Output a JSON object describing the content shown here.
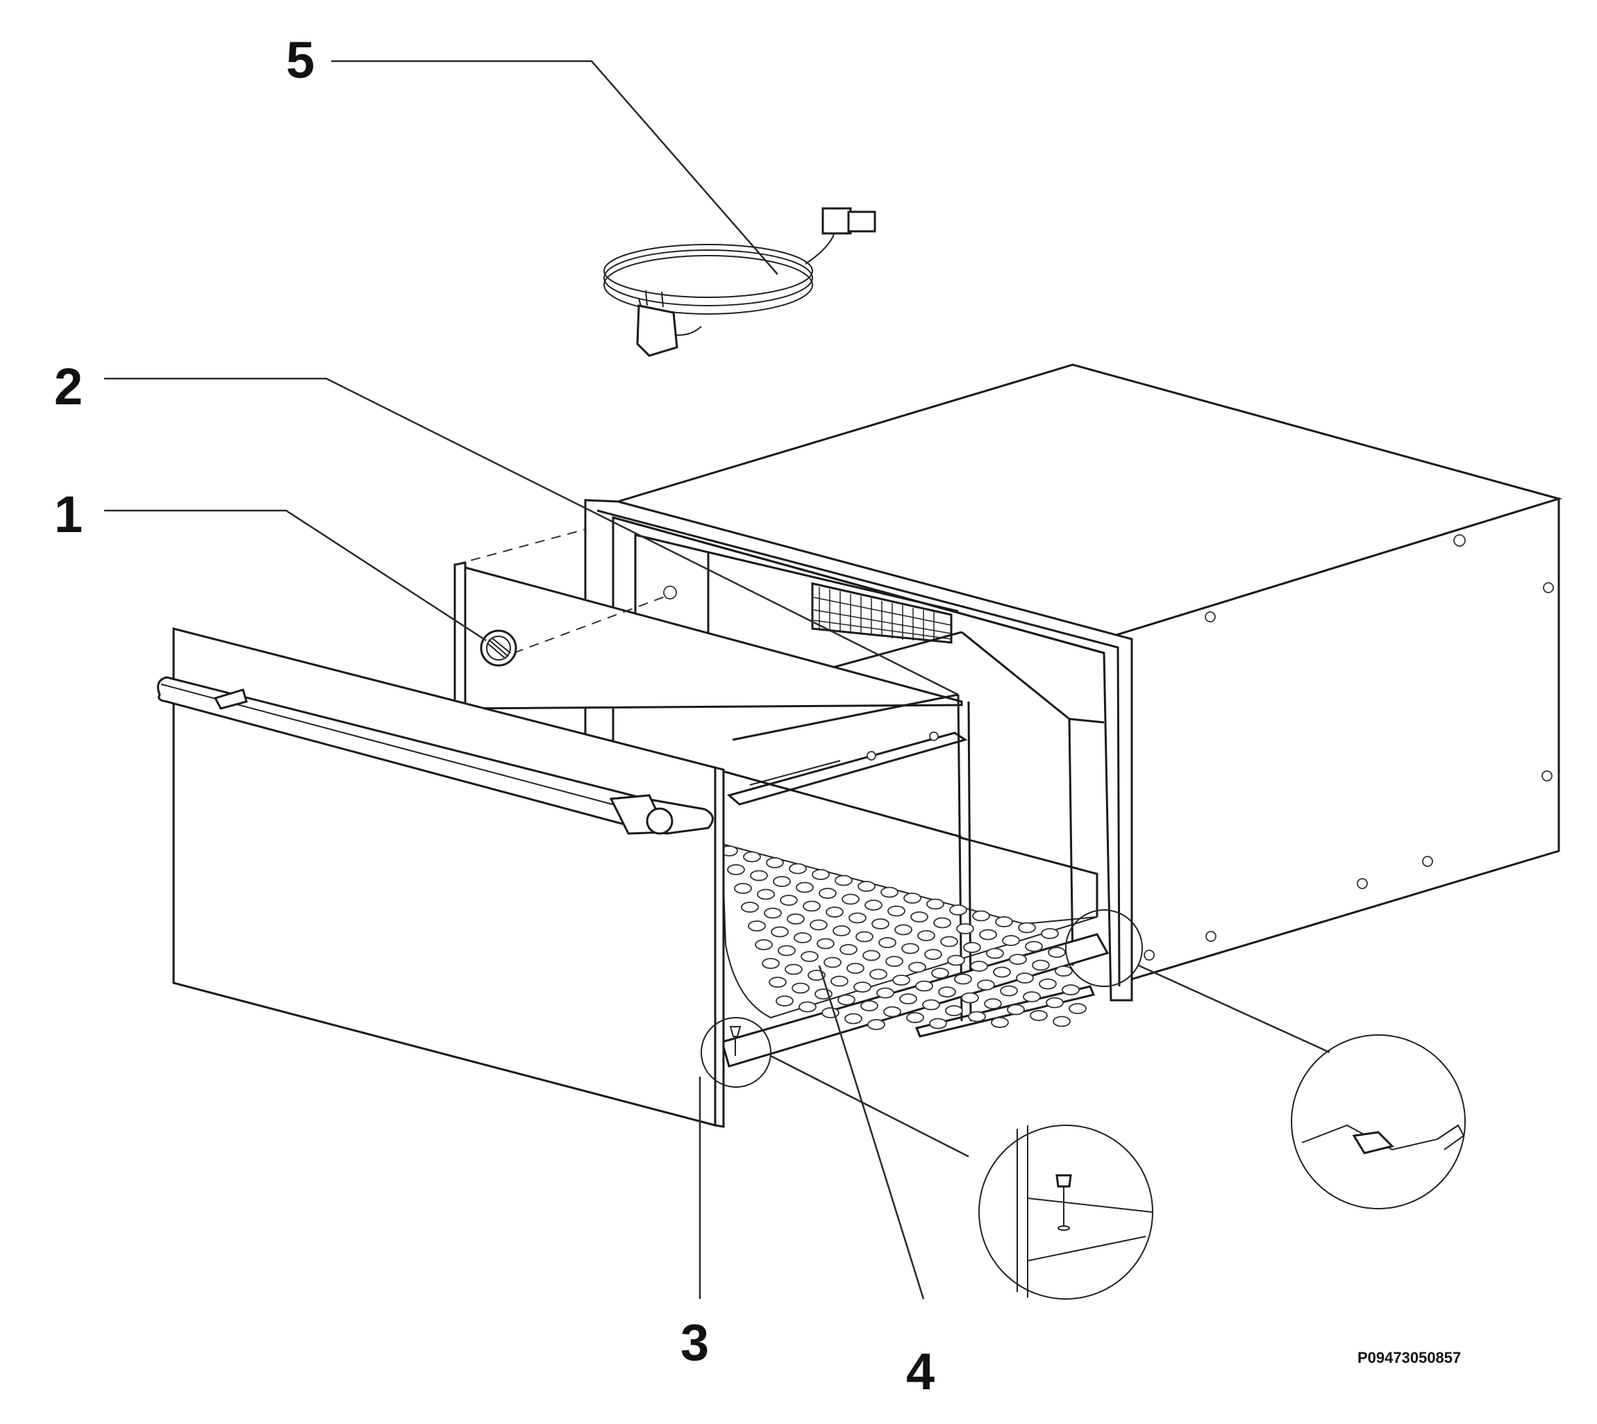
{
  "callouts": [
    {
      "id": "1",
      "label": "1"
    },
    {
      "id": "2",
      "label": "2"
    },
    {
      "id": "3",
      "label": "3"
    },
    {
      "id": "4",
      "label": "4"
    },
    {
      "id": "5",
      "label": "5"
    }
  ],
  "part_code": "P09473050857"
}
